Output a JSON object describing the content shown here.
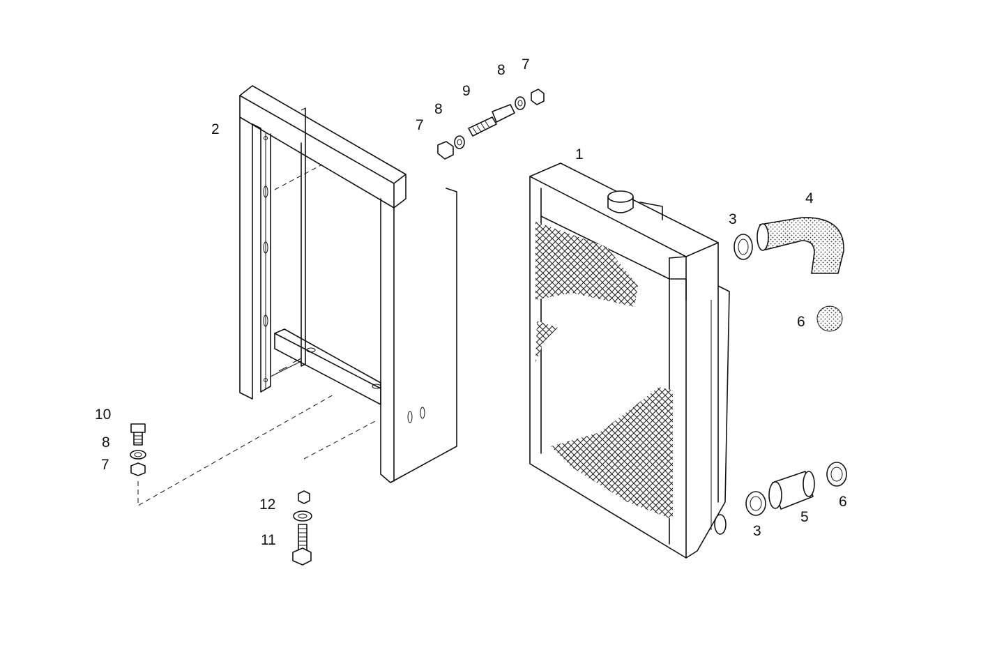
{
  "colors": {
    "line": "#111111",
    "background": "#ffffff"
  },
  "callouts": {
    "radiator": "1",
    "frame": "2",
    "clamp_top": "3",
    "clamp_bottom": "3",
    "upper_hose": "4",
    "lower_hose": "5",
    "clip_right": "6",
    "clip_bottom": "6",
    "nut_upper_left": "7",
    "nut_upper_right": "7",
    "nut_lower_left": "7",
    "washer_upper_left": "8",
    "washer_upper_right": "8",
    "washer_lower_left": "8",
    "stud_bolt": "9",
    "screw_lower_left": "10",
    "bolt_bottom": "11",
    "nut_bottom": "12"
  }
}
